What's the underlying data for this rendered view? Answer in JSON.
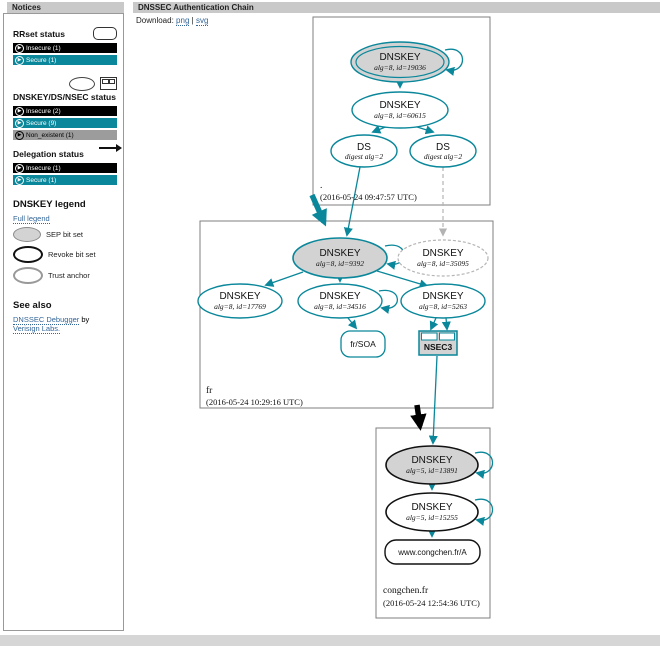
{
  "colors": {
    "secure": "#0a879a",
    "insecure": "#000000",
    "non_existent": "#9c9c9c",
    "node_gray": "#d3d3d3",
    "link": "#336699"
  },
  "sidebar": {
    "title": "Notices",
    "sections": [
      {
        "heading": "RRset status",
        "items": [
          {
            "label": "Insecure (1)",
            "status": "insecure"
          },
          {
            "label": "Secure (1)",
            "status": "secure"
          }
        ]
      },
      {
        "heading": "DNSKEY/DS/NSEC status",
        "items": [
          {
            "label": "Insecure (2)",
            "status": "insecure"
          },
          {
            "label": "Secure (9)",
            "status": "secure"
          },
          {
            "label": "Non_existent (1)",
            "status": "non_existent"
          }
        ]
      },
      {
        "heading": "Delegation status",
        "items": [
          {
            "label": "Insecure (1)",
            "status": "insecure"
          },
          {
            "label": "Secure (1)",
            "status": "secure"
          }
        ]
      }
    ],
    "legend": {
      "heading": "DNSKEY legend",
      "full_legend_link": "Full legend",
      "items": [
        {
          "label": "SEP bit set"
        },
        {
          "label": "Revoke bit set"
        },
        {
          "label": "Trust anchor"
        }
      ]
    },
    "see_also": {
      "heading": "See also",
      "link1": "DNSSEC Debugger",
      "mid": "by",
      "link2": "Verisign Labs."
    }
  },
  "header": {
    "title": "DNSSEC Authentication Chain",
    "download_label": "Download:",
    "png_link": "png",
    "separator": "|",
    "svg_link": "svg"
  },
  "graph": {
    "clusters": [
      {
        "zone": ".",
        "timestamp": "(2016-05-24 09:47:57 UTC)"
      },
      {
        "zone": "fr",
        "timestamp": "(2016-05-24 10:29:16 UTC)"
      },
      {
        "zone": "congchen.fr",
        "timestamp": "(2016-05-24 12:54:36 UTC)"
      }
    ],
    "nodes": {
      "root_ksk": {
        "label": "DNSKEY",
        "sub": "alg=8, id=19036"
      },
      "root_zsk": {
        "label": "DNSKEY",
        "sub": "alg=8, id=60615"
      },
      "ds1": {
        "label": "DS",
        "sub": "digest alg=2"
      },
      "ds2": {
        "label": "DS",
        "sub": "digest alg=2"
      },
      "fr_ksk": {
        "label": "DNSKEY",
        "sub": "alg=8, id=9392"
      },
      "fr_missing": {
        "label": "DNSKEY",
        "sub": "alg=8, id=35095"
      },
      "fr_key1": {
        "label": "DNSKEY",
        "sub": "alg=8, id=17769"
      },
      "fr_key2": {
        "label": "DNSKEY",
        "sub": "alg=8, id=34516"
      },
      "fr_key3": {
        "label": "DNSKEY",
        "sub": "alg=8, id=5263"
      },
      "fr_soa": {
        "label": "fr/SOA"
      },
      "nsec3": {
        "label": "NSEC3"
      },
      "cc_ksk": {
        "label": "DNSKEY",
        "sub": "alg=5, id=13891"
      },
      "cc_zsk": {
        "label": "DNSKEY",
        "sub": "alg=5, id=15255"
      },
      "www_a": {
        "label": "www.congchen.fr/A"
      }
    }
  }
}
